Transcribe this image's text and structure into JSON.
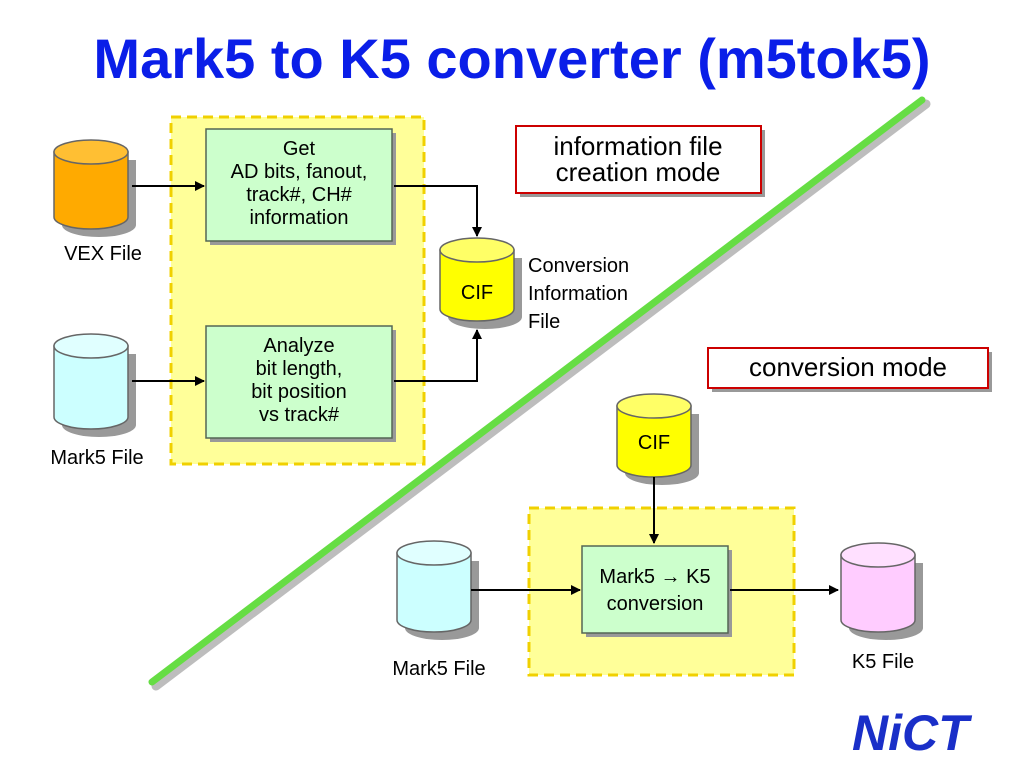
{
  "title": "Mark5 to K5 converter (m5tok5)",
  "colors": {
    "title": "#0a1ee8",
    "yellow_zone": "#ffff99",
    "process_box": "#ccffcc",
    "vex_cylinder": "#ffaa00",
    "mark5_cylinder": "#ccffff",
    "cif_cylinder": "#ffff00",
    "k5_cylinder": "#ffccff",
    "divider_line": "#66dd44",
    "mode_border": "#cc0000",
    "logo": "#1a2fc8"
  },
  "info_mode": {
    "label_lines": [
      "information file",
      "creation mode"
    ],
    "vex_label": "VEX File",
    "mark5_label": "Mark5 File",
    "get_box_lines": [
      "Get",
      "AD bits, fanout,",
      "track#, CH#",
      "information"
    ],
    "analyze_box_lines": [
      "Analyze",
      "bit length,",
      "bit position",
      "vs track#"
    ],
    "cif_label": "CIF",
    "cif_caption_lines": [
      "Conversion",
      "Information",
      "File"
    ]
  },
  "conversion_mode": {
    "label": "conversion mode",
    "cif_label": "CIF",
    "mark5_label": "Mark5 File",
    "convert_box_lines": [
      "Mark5 → K5",
      "conversion"
    ],
    "k5_label": "K5 File"
  },
  "logo": {
    "text": "NiCT"
  }
}
